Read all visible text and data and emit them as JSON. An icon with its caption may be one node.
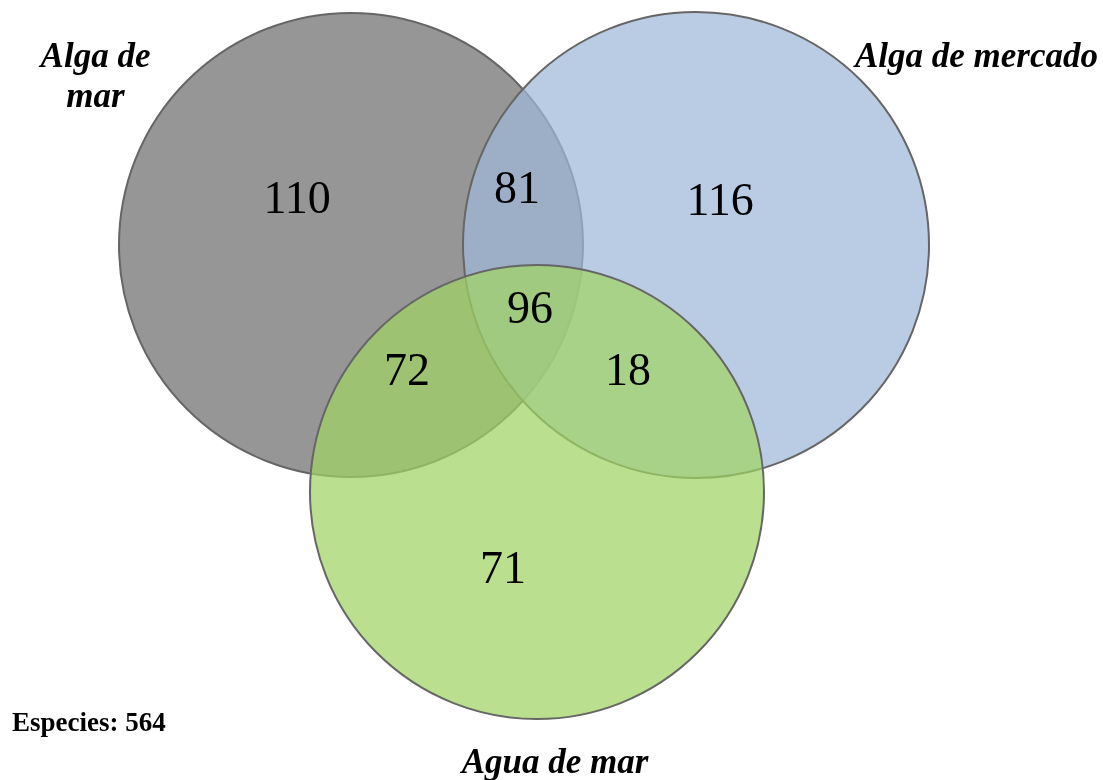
{
  "diagram": {
    "nodes": [
      {
        "text": [
          "Alga de mar"
        ]
      },
      {
        "text": [
          "Alga de mercado"
        ]
      },
      {
        "text": [
          "Agua de mar"
        ]
      }
    ],
    "labels": [
      "110",
      "81",
      "116",
      "96",
      "72",
      "18",
      "71",
      "Especies: 564"
    ]
  }
}
